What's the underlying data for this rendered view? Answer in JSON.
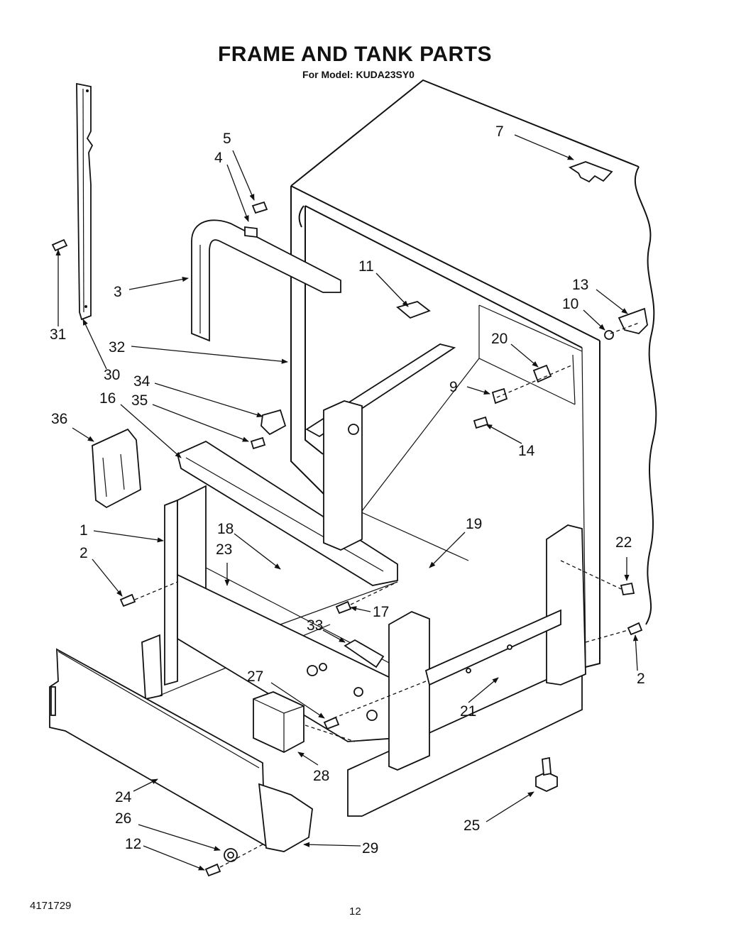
{
  "title": "FRAME AND TANK PARTS",
  "subtitle": "For Model: KUDA23SY0",
  "footer_left": "4171729",
  "footer_page": "12",
  "callouts": [
    {
      "id": "c5",
      "label": "5"
    },
    {
      "id": "c4",
      "label": "4"
    },
    {
      "id": "c7",
      "label": "7"
    },
    {
      "id": "c3",
      "label": "3"
    },
    {
      "id": "c11",
      "label": "11"
    },
    {
      "id": "c13",
      "label": "13"
    },
    {
      "id": "c10",
      "label": "10"
    },
    {
      "id": "c31",
      "label": "31"
    },
    {
      "id": "c32",
      "label": "32"
    },
    {
      "id": "c20",
      "label": "20"
    },
    {
      "id": "c30",
      "label": "30"
    },
    {
      "id": "c34",
      "label": "34"
    },
    {
      "id": "c9",
      "label": "9"
    },
    {
      "id": "c16",
      "label": "16"
    },
    {
      "id": "c35",
      "label": "35"
    },
    {
      "id": "c36",
      "label": "36"
    },
    {
      "id": "c14",
      "label": "14"
    },
    {
      "id": "c1",
      "label": "1"
    },
    {
      "id": "c18",
      "label": "18"
    },
    {
      "id": "c19",
      "label": "19"
    },
    {
      "id": "c2a",
      "label": "2"
    },
    {
      "id": "c23",
      "label": "23"
    },
    {
      "id": "c22",
      "label": "22"
    },
    {
      "id": "c17",
      "label": "17"
    },
    {
      "id": "c33",
      "label": "33"
    },
    {
      "id": "c27",
      "label": "27"
    },
    {
      "id": "c2b",
      "label": "2"
    },
    {
      "id": "c21",
      "label": "21"
    },
    {
      "id": "c28",
      "label": "28"
    },
    {
      "id": "c24",
      "label": "24"
    },
    {
      "id": "c26",
      "label": "26"
    },
    {
      "id": "c25",
      "label": "25"
    },
    {
      "id": "c12",
      "label": "12"
    },
    {
      "id": "c29",
      "label": "29"
    }
  ]
}
